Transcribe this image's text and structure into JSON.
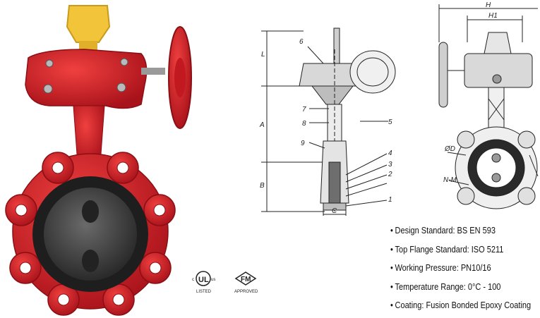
{
  "specs": [
    {
      "label": "Design Standard: BS EN 593"
    },
    {
      "label": "Top Flange Standard: ISO 5211"
    },
    {
      "label": "Working Pressure: PN10/16"
    },
    {
      "label": "Temperature Range: 0°C - 100"
    },
    {
      "label": "Coating: Fusion Bonded Epoxy Coating"
    }
  ],
  "bullet": "•",
  "certifications": {
    "ul_mark": "UL",
    "ul_sub": "LISTED",
    "ul_side_left": "c",
    "ul_side_right": "us",
    "fm_mark": "FM",
    "fm_sub": "APPROVED"
  },
  "side_drawing": {
    "part_numbers": [
      "6",
      "7",
      "8",
      "9",
      "5",
      "4",
      "3",
      "2",
      "1"
    ],
    "dims": {
      "left_top": "L",
      "a": "A",
      "b": "B",
      "c": "C"
    }
  },
  "front_drawing": {
    "dims": {
      "h": "H",
      "h1": "H1",
      "od": "ØD",
      "nm": "N-M"
    }
  },
  "colors": {
    "valve_red": "#d8242b",
    "gear_yellow": "#f2c43a",
    "liner_black": "#2a2a2a"
  },
  "icons": [
    "butterfly-valve-photo",
    "side-section-drawing",
    "front-view-drawing",
    "ul-listed-logo",
    "fm-approved-logo"
  ]
}
